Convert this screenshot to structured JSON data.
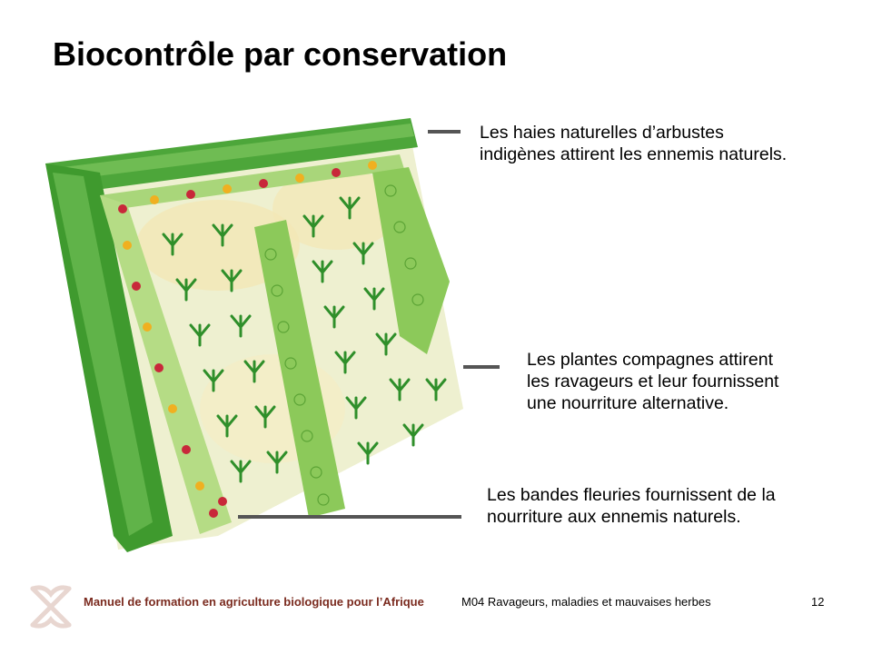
{
  "slide": {
    "title": "Biocontrôle par conservation"
  },
  "callouts": {
    "hedges": {
      "line1": "Les haies naturelles d’arbustes",
      "line2": "indigènes attirent les ennemis naturels."
    },
    "companions": {
      "line1": "Les plantes compagnes attirent",
      "line2": "les ravageurs et leur fournissent",
      "line3": "une nourriture alternative."
    },
    "flowers": {
      "line1": "Les bandes fleuries fournissent de la",
      "line2": "nourriture aux ennemis naturels."
    }
  },
  "footer": {
    "manual": "Manuel de formation en agriculture biologique pour l’Afrique",
    "module": "M04 Ravageurs, maladies et mauvaises herbes",
    "page": "12"
  },
  "colors": {
    "footer_manual": "#7a2a1e",
    "leader_line": "#555555",
    "hedge_green": "#3f9a2e",
    "crop_green": "#2f8f2a",
    "flower_red": "#c8283a",
    "flower_yellow": "#f0b020"
  }
}
